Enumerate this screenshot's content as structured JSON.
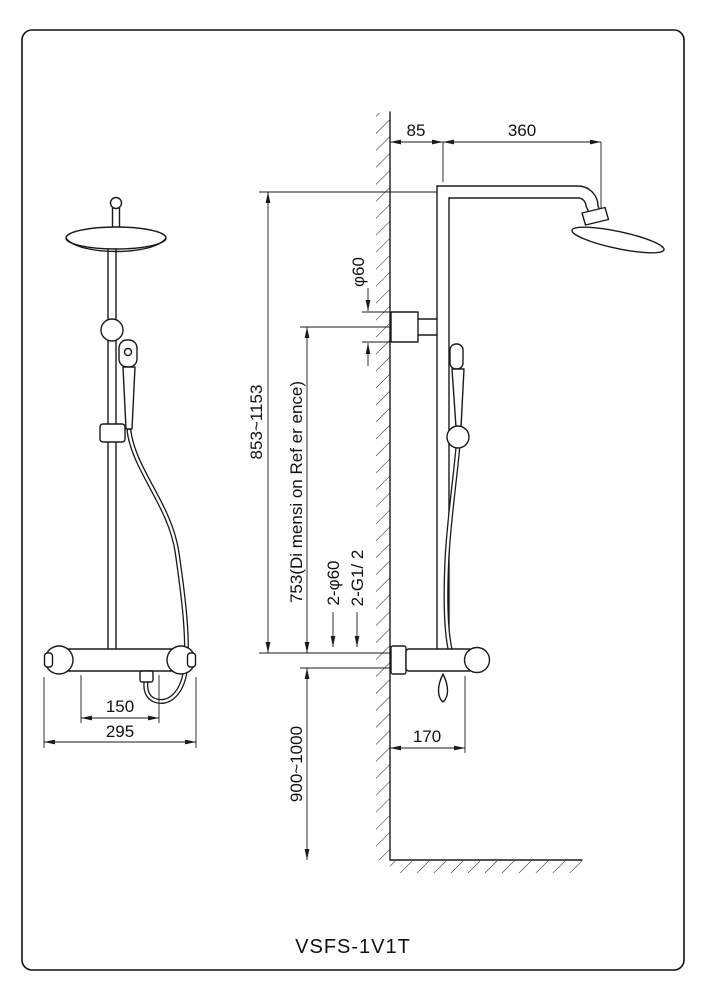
{
  "page": {
    "model_label": "VSFS-1V1T",
    "line_color": "#1a1a1a"
  },
  "front_view": {
    "dim_inlet_spacing": "150",
    "dim_overall_width": "295"
  },
  "side_view": {
    "dim_wall_to_riser": "85",
    "dim_riser_to_head": "360",
    "dim_escutcheon_diameter": "φ60",
    "dim_total_height": "853~1153",
    "dim_reference_height": "753(Di mensi on  Ref er ence)",
    "dim_inlet_escutcheons": "2-φ60",
    "dim_inlet_thread": "2-G1/ 2",
    "dim_mixer_install_height": "900~1000",
    "dim_spout_reach": "170"
  }
}
